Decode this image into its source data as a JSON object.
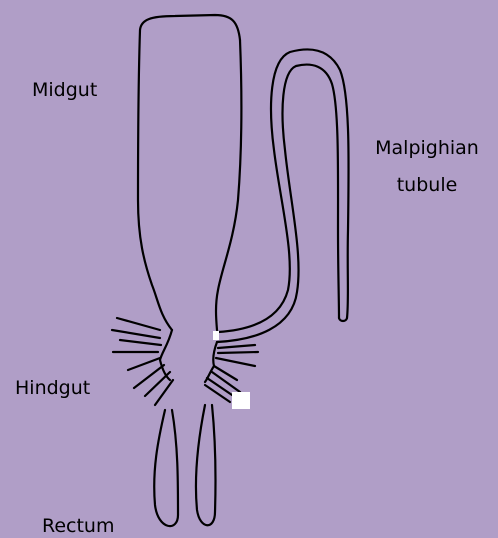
{
  "colors": {
    "background": "#b09ec7",
    "outline": "#000000",
    "marker": "#ffffff"
  },
  "labels": {
    "midgut": "Midgut",
    "malpighian_line1": "Malpighian",
    "malpighian_line2": "tubule",
    "hindgut": "Hindgut",
    "rectum": "Rectum"
  }
}
